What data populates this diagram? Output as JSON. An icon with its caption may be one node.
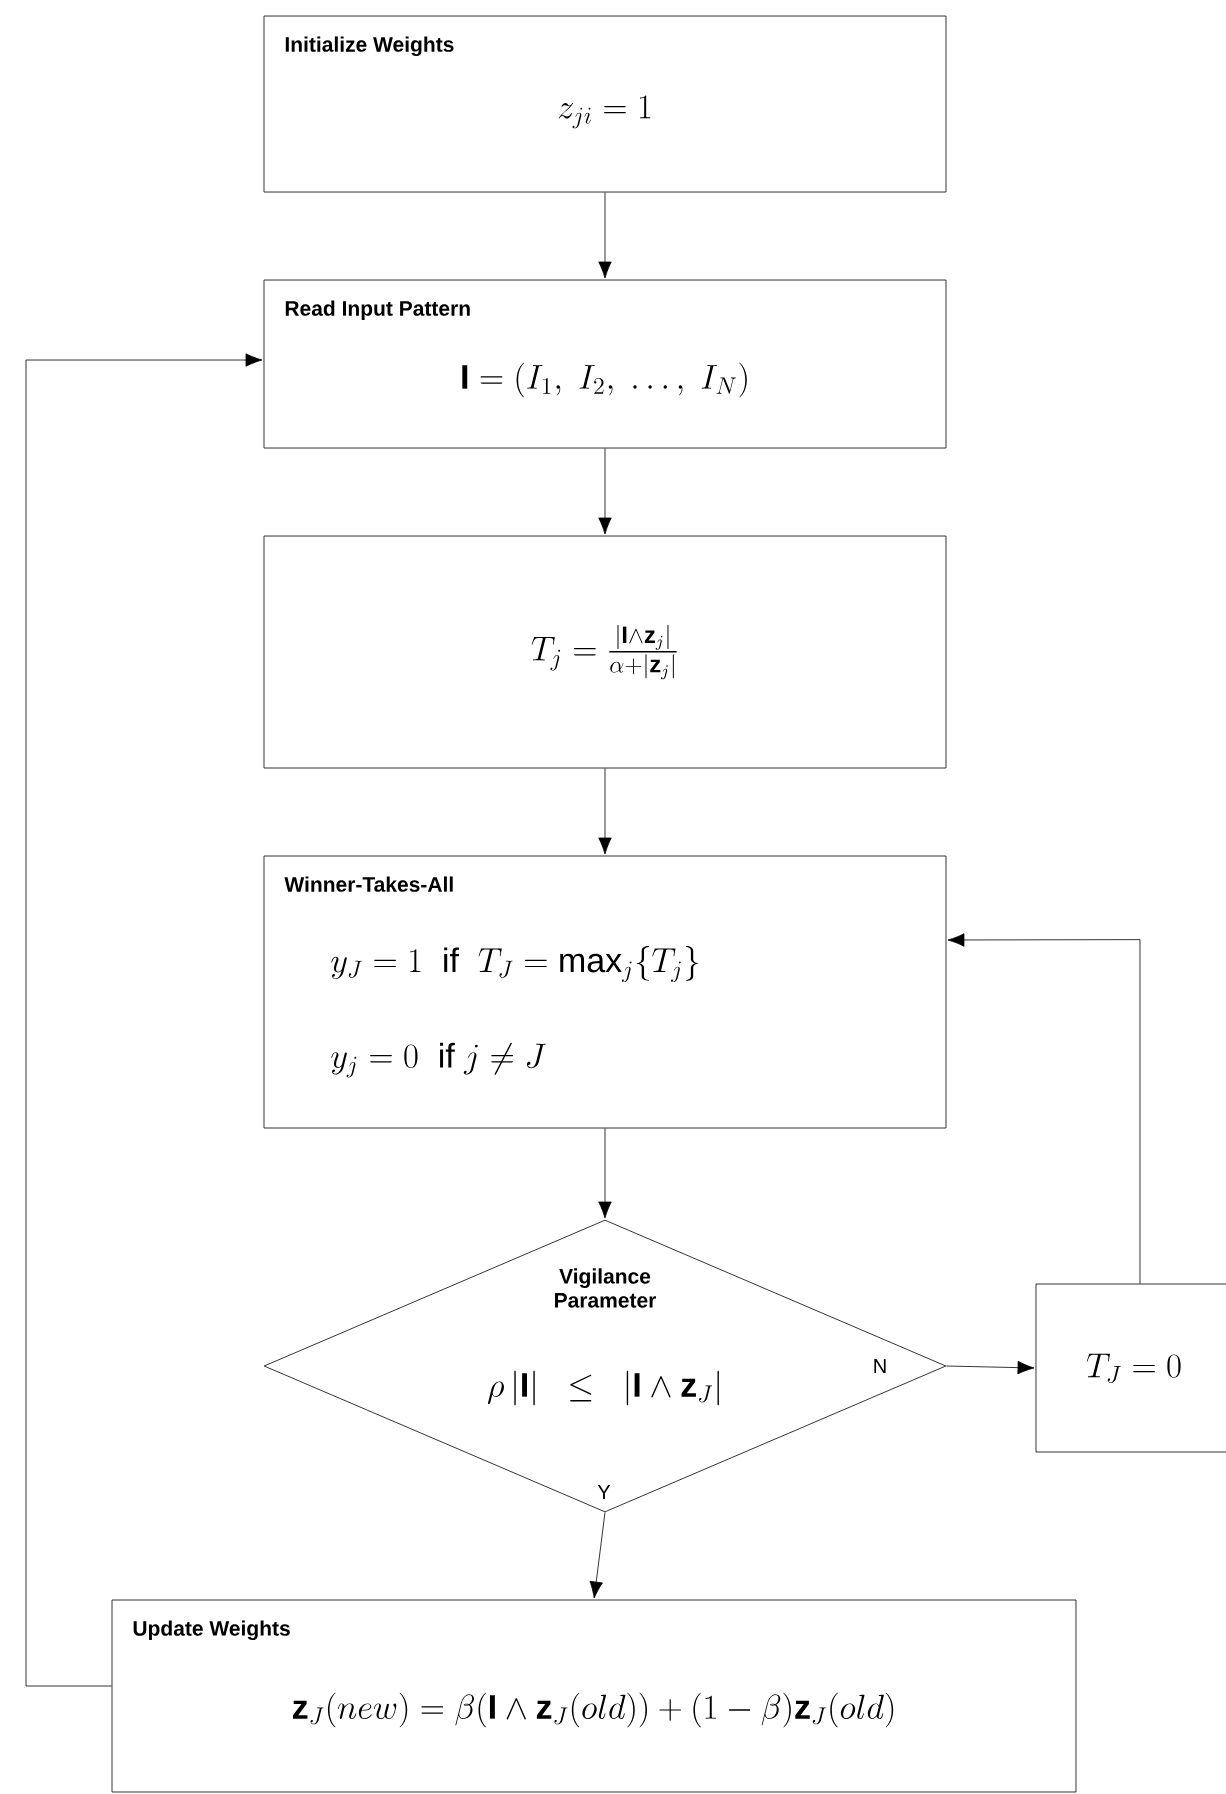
{
  "diagram": {
    "nodes": [
      {
        "text": [
          "Initialize Weights",
          "z_{ji} = 1"
        ]
      },
      {
        "text": [
          "Read Input Pattern",
          "\\mathbf{I} = (I_{1},\\ I_{2},\\ \\ldots,\\ I_{N})"
        ]
      },
      {
        "text": [
          "T_{j} = \\frac{\\left|\\mathbf{I}\\wedge\\mathbf{z}_{j}\\right|}{\\alpha+\\left|\\mathbf{z}_{j}\\right|}"
        ]
      },
      {
        "text": [
          "Winner-Takes-All",
          "y_{J} = 1\\ \\ \\mathrm{if}\\ \\ T_{J} = \\max\\nolimits_{j}\\{T_{j}\\}",
          "y_{j} = 0\\ \\ \\mathrm{if}\\ j \\neq J"
        ]
      },
      {
        "text": [
          "Vigilance Parameter",
          "\\rho\\,|\\mathbf{I}|\\ \\ \\le\\ \\ |\\mathbf{I}\\wedge\\mathbf{z}_{J}|"
        ]
      },
      {
        "text": [
          "T_{J} = 0"
        ]
      },
      {
        "text": [
          "Update Weights",
          "\\mathbf{z}_{J}(new) = \\beta(\\mathbf{I}\\wedge\\mathbf{z}_{J}(old)) + (1-\\beta)\\mathbf{z}_{J}(old)"
        ]
      }
    ],
    "edges": [
      {
        "from": 0,
        "to": 1,
        "arrow": "to"
      },
      {
        "from": 1,
        "to": 2,
        "arrow": "to"
      },
      {
        "from": 2,
        "to": 3,
        "arrow": "to"
      },
      {
        "from": 3,
        "to": 4,
        "arrow": "to"
      },
      {
        "from": 4,
        "to": 5,
        "arrow": "to",
        "label": "N"
      },
      {
        "from": 5,
        "to": 3,
        "arrow": "to"
      },
      {
        "from": 4,
        "to": 6,
        "arrow": "to",
        "label": "Y"
      },
      {
        "from": 6,
        "to": 1,
        "arrow": "to"
      }
    ]
  }
}
